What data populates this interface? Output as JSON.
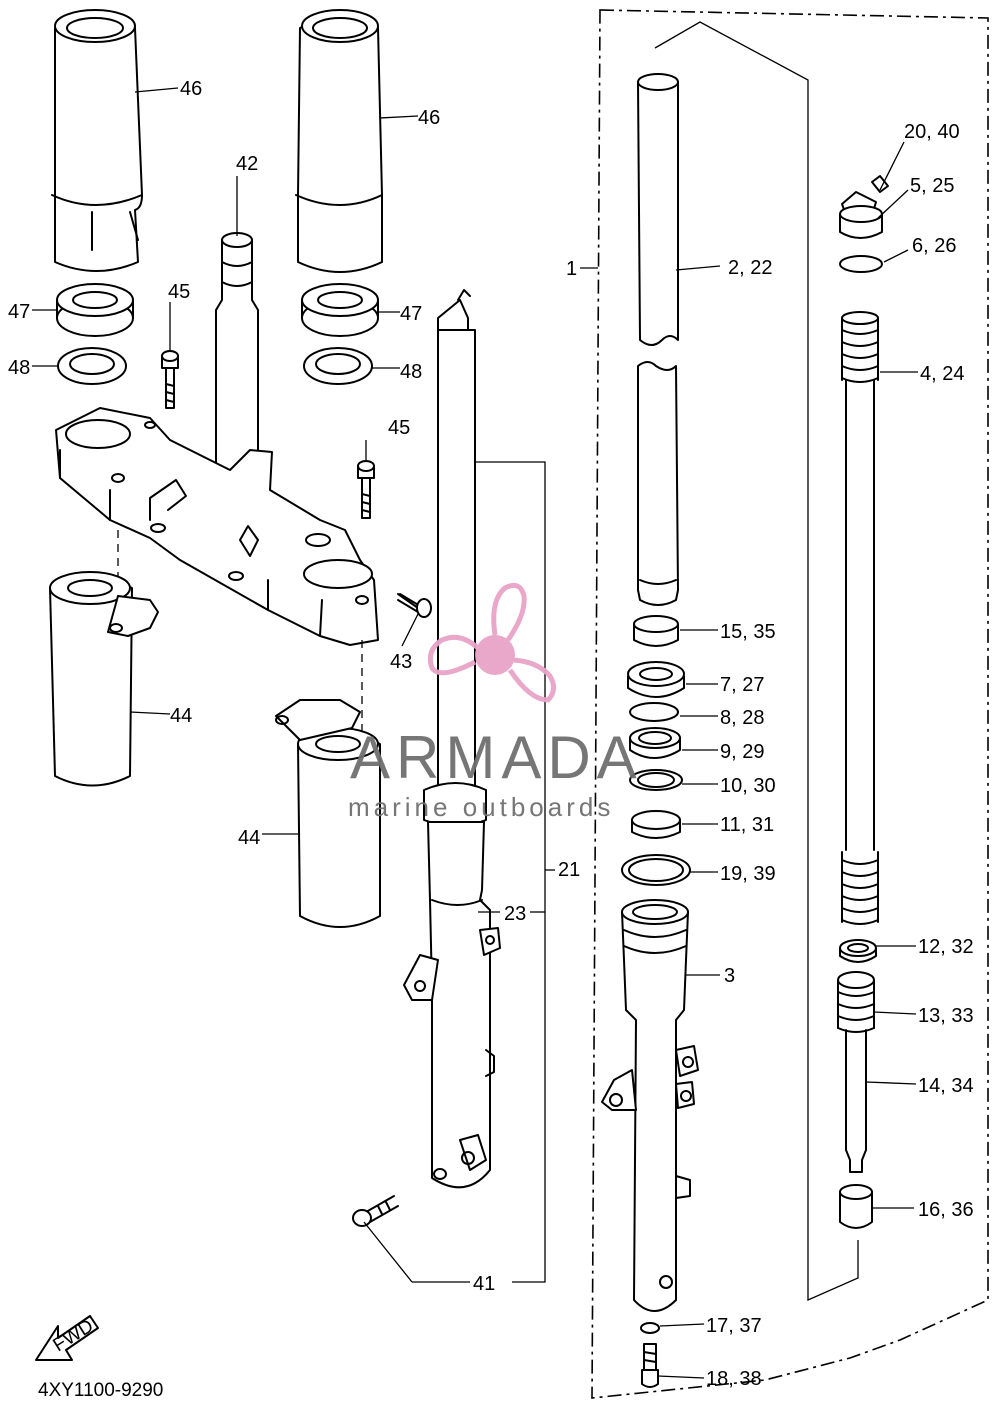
{
  "drawing_code": "4XY1100-9290",
  "fwd_arrow_text": "FWD",
  "watermark": {
    "title": "ARMADA",
    "subtitle": "marine outboards",
    "color": "#e8a3c8"
  },
  "callouts": {
    "c1": "1",
    "c2_22": "2, 22",
    "c3": "3",
    "c4_24": "4, 24",
    "c5_25": "5, 25",
    "c6_26": "6, 26",
    "c7_27": "7, 27",
    "c8_28": "8, 28",
    "c9_29": "9, 29",
    "c10_30": "10, 30",
    "c11_31": "11, 31",
    "c12_32": "12, 32",
    "c13_33": "13, 33",
    "c14_34": "14, 34",
    "c15_35": "15, 35",
    "c16_36": "16, 36",
    "c17_37": "17, 37",
    "c18_38": "18, 38",
    "c19_39": "19, 39",
    "c20_40": "20, 40",
    "c21": "21",
    "c23": "23",
    "c41": "41",
    "c42": "42",
    "c43": "43",
    "c44": "44",
    "c45": "45",
    "c46": "46",
    "c47": "47",
    "c48": "48"
  }
}
